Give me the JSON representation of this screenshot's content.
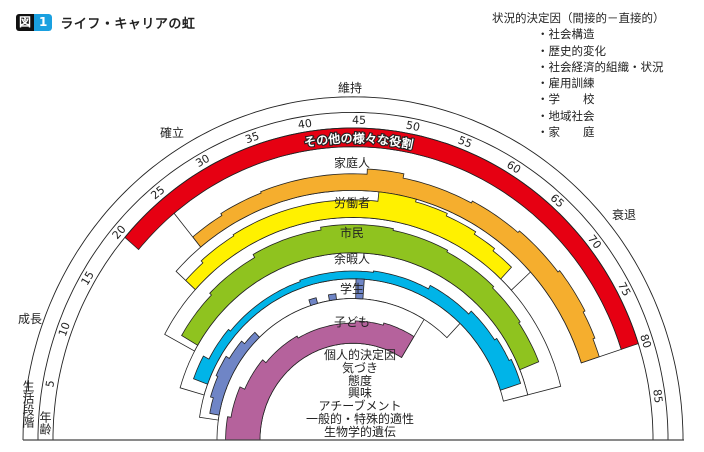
{
  "header": {
    "badge_kanji": "図",
    "badge_number": "1",
    "title": "ライフ・キャリアの虹"
  },
  "legend": {
    "title": "状況的決定因（間接的－直接的）",
    "items": [
      "社会構造",
      "歴史的変化",
      "社会経済的組織・状況",
      "雇用訓練",
      "学　　校",
      "地域社会",
      "家　　庭"
    ]
  },
  "stages": {
    "growth": "成長",
    "establishment": "確立",
    "maintenance": "維持",
    "decline": "衰退"
  },
  "axis_labels": {
    "life_stage": "生活段階",
    "age": "年齢"
  },
  "ages": [
    "5",
    "10",
    "15",
    "20",
    "25",
    "30",
    "35",
    "40",
    "45",
    "50",
    "55",
    "60",
    "65",
    "70",
    "75",
    "80",
    "85"
  ],
  "roles": [
    {
      "label": "その他の様々な役割",
      "color": "#e60012",
      "track": [
        20,
        80
      ],
      "segments": [
        [
          20,
          80,
          1
        ]
      ]
    },
    {
      "label": "家庭人",
      "color": "#f5ae2e",
      "track": [
        25,
        80
      ],
      "segments": [
        [
          25,
          29,
          0.3
        ],
        [
          29,
          34,
          0.35
        ],
        [
          34,
          46,
          0.38
        ],
        [
          46,
          50,
          0.5
        ],
        [
          50,
          58,
          0.4
        ],
        [
          58,
          64,
          0.45
        ],
        [
          64,
          70,
          0.5
        ],
        [
          70,
          75,
          0.55
        ],
        [
          75,
          78,
          0.5
        ],
        [
          78,
          80,
          0.45
        ]
      ]
    },
    {
      "label": "労働者",
      "color": "#fff100",
      "track": [
        21,
        68
      ],
      "segments": [
        [
          21,
          24,
          0.5
        ],
        [
          24,
          29,
          0.6
        ],
        [
          29,
          36,
          0.65
        ],
        [
          36,
          47.5,
          0.65
        ],
        [
          47.5,
          52,
          1
        ],
        [
          52,
          56,
          0.9
        ],
        [
          56,
          60,
          0.8
        ],
        [
          60,
          63,
          0.7
        ],
        [
          63,
          66,
          0.6
        ]
      ]
    },
    {
      "label": "市民",
      "color": "#8fc31f",
      "track": [
        14,
        82
      ],
      "segments": [
        [
          15,
          22,
          0.55
        ],
        [
          22,
          30,
          0.62
        ],
        [
          30,
          40,
          0.72
        ],
        [
          40,
          50,
          0.8
        ],
        [
          50,
          58,
          0.75
        ],
        [
          58,
          66,
          0.7
        ],
        [
          66,
          72,
          0.65
        ],
        [
          72,
          78,
          0.6
        ]
      ]
    },
    {
      "label": "余暇人",
      "color": "#00b4e8",
      "track": [
        8,
        82
      ],
      "segments": [
        [
          10,
          14,
          0.6
        ],
        [
          14,
          20,
          0.35
        ],
        [
          20,
          35,
          0.25
        ],
        [
          35,
          48,
          0.3
        ],
        [
          48,
          58,
          0.35
        ],
        [
          58,
          66,
          0.5
        ],
        [
          66,
          72,
          0.65
        ],
        [
          72,
          76,
          0.75
        ],
        [
          76,
          80,
          0.85
        ]
      ]
    },
    {
      "label": "学生",
      "color": "#6f85c6",
      "track": [
        4,
        66
      ],
      "segments": [
        [
          5,
          8,
          0.5
        ],
        [
          8,
          12,
          0.65
        ],
        [
          12,
          16,
          0.75
        ],
        [
          16,
          20,
          0.55
        ],
        [
          20,
          23,
          0.35
        ],
        [
          35.5,
          37,
          0.3
        ],
        [
          39.5,
          41,
          0.3
        ],
        [
          45,
          46.5,
          1
        ]
      ]
    },
    {
      "label": "子ども",
      "color": "#b5629c",
      "track": [
        0,
        60
      ],
      "segments": [
        [
          0,
          5,
          0.8
        ],
        [
          5,
          12,
          0.72
        ],
        [
          12,
          20,
          0.6
        ],
        [
          20,
          30,
          0.5
        ],
        [
          30,
          45,
          0.45
        ],
        [
          45,
          52,
          0.5
        ],
        [
          52,
          60,
          0.55
        ]
      ]
    }
  ],
  "personal_determinants": [
    "個人的決定因",
    "気づき",
    "態度",
    "興味",
    "アチーブメント",
    "一般的・特殊的適性",
    "生物学的遺伝"
  ]
}
